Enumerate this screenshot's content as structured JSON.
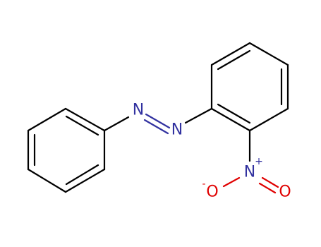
{
  "molecule": {
    "atoms": {
      "n_azo_1": "N",
      "n_azo_2": "N",
      "n_nitro": "N",
      "o_nitro_1": "O",
      "o_nitro_2": "O",
      "charge_plus": "+",
      "charge_minus": "-"
    },
    "colors": {
      "bond": "#000000",
      "nitrogen": "#3232a0",
      "oxygen": "#e00000"
    }
  }
}
